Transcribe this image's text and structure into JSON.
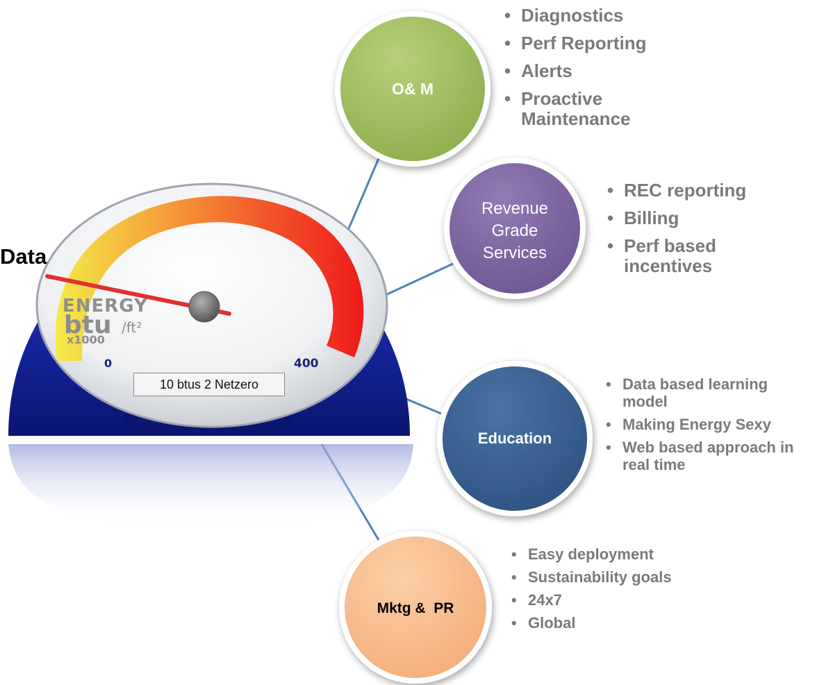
{
  "side_label": "Data",
  "gauge": {
    "label_energy": "ENERGY",
    "label_unit": "btu",
    "label_per": "/ft²",
    "label_scale": "x1000",
    "min_label": "0",
    "max_label": "400",
    "display_text": "10 btus 2 Netzero"
  },
  "nodes": [
    {
      "id": "om",
      "label": "O& M",
      "color": "#9bbb59",
      "bullets": [
        "Diagnostics",
        "Perf Reporting",
        "Alerts",
        "Proactive Maintenance"
      ]
    },
    {
      "id": "revenue",
      "label": "Revenue Grade Services",
      "color": "#8064a2",
      "bullets": [
        "REC reporting",
        "Billing",
        "Perf based incentives"
      ]
    },
    {
      "id": "education",
      "label": "Education",
      "color": "#3a6190",
      "bullets": [
        "Data based learning model",
        "Making Energy Sexy",
        "Web based approach in real time"
      ]
    },
    {
      "id": "mktg",
      "label": "Mktg &  PR",
      "color": "#f9bd8f",
      "bullets": [
        "Easy deployment",
        "Sustainability goals",
        "24x7",
        "Global"
      ]
    }
  ]
}
